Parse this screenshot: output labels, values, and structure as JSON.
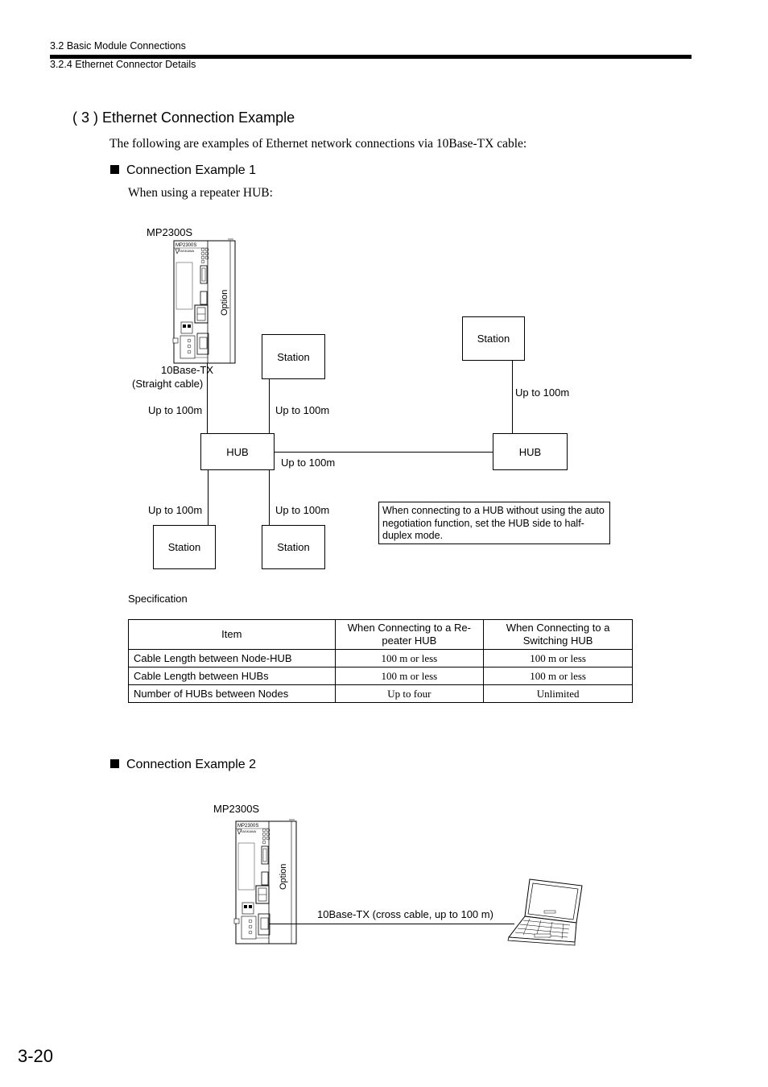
{
  "header": {
    "section": "3.2  Basic Module Connections",
    "subsection": "3.2.4  Ethernet Connector Details"
  },
  "title": "( 3 )   Ethernet Connection Example",
  "intro": "The following are examples of Ethernet network connections via 10Base-TX cable:",
  "example1": {
    "heading": "Connection Example 1",
    "sub": "When using a repeater HUB:",
    "device_label": "MP2300S",
    "device_tiny": "MP2300S",
    "option_label": "Option",
    "cable_label_1": "10Base-TX",
    "cable_label_2": "(Straight cable)",
    "station": "Station",
    "hub": "HUB",
    "dist": "Up to 100m",
    "note": "When connecting to a HUB without using the auto negotiation function, set the HUB side to half-duplex mode."
  },
  "spec": {
    "label": "Specification",
    "headers": [
      "Item",
      "When Connecting to a Re-peater HUB",
      "When Connecting to a Switching HUB"
    ],
    "rows": [
      [
        "Cable Length between Node-HUB",
        "100 m or less",
        "100 m or less"
      ],
      [
        "Cable Length between HUBs",
        "100 m or less",
        "100 m or less"
      ],
      [
        "Number of HUBs between Nodes",
        "Up to four",
        "Unlimited"
      ]
    ]
  },
  "example2": {
    "heading": "Connection Example 2",
    "device_label": "MP2300S",
    "device_tiny": "MP2300S",
    "option_label": "Option",
    "cable_label": "10Base-TX (cross cable, up to 100 m)"
  },
  "page_number": "3-20"
}
